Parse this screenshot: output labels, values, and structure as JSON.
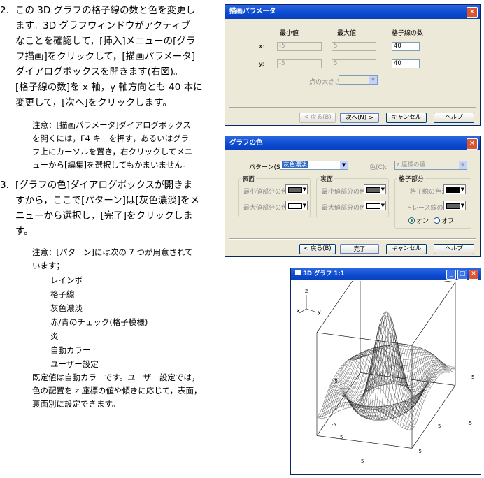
{
  "step2": {
    "num": "2.",
    "lines": [
      "この 3D グラフの格子線の数と色を変更し",
      "ます。3D グラフウィンドウがアクティブ",
      "なことを確認して，[挿入]メニューの[グラ",
      "フ描画]をクリックして，[描画パラメータ]",
      "ダイアログボックスを開きます(右図)。",
      "[格子線の数]を x 軸，y 軸方向とも 40 本に",
      "変更して，[次へ]をクリックします。"
    ]
  },
  "note1": {
    "lines": [
      "注意：[描画パラメータ]ダイアログボックス",
      "を開くには，F4 キーを押す，あるいはグラ",
      "フ上にカーソルを置き，右クリックしてメニ",
      "ューから[編集]を選択してもかまいません。"
    ]
  },
  "step3": {
    "num": "3.",
    "lines": [
      "[グラフの色]ダイアログボックスが開きま",
      "すから，ここで[パターン]は[灰色濃淡]をメ",
      "ニューから選択し，[完了]をクリックしま",
      "す。"
    ]
  },
  "note2": {
    "lines": [
      "注意：[パターン]には次の 7 つが用意されて",
      "います；"
    ],
    "items": [
      "レインボー",
      "格子線",
      "灰色濃淡",
      "赤/青のチェック(格子模様)",
      "炎",
      "自動カラー",
      "ユーザー設定"
    ],
    "tail": [
      "既定値は自動カラーです。ユーザー設定では，",
      "色の配置を z 座標の値や傾きに応じて，表面，",
      "裏面別に設定できます。"
    ]
  },
  "dlg1": {
    "title": "描画パラメータ",
    "col_min": "最小値",
    "col_max": "最大値",
    "col_grid": "格子線の数",
    "row_x": "x:",
    "row_y": "y:",
    "x_min": "-5",
    "x_max": "5",
    "x_grid": "40",
    "y_min": "-5",
    "y_max": "5",
    "y_grid": "40",
    "point_size": "点の大きさ:",
    "btn_back": "< 戻る(B)",
    "btn_next": "次へ(N) >",
    "btn_cancel": "キャンセル",
    "btn_help": "ヘルプ"
  },
  "dlg2": {
    "title": "グラフの色",
    "pattern_label": "パターン(S):",
    "pattern_value": "灰色濃淡",
    "color_label": "色(C):",
    "color_value": "z 座標の値",
    "front": "表面",
    "back": "裏面",
    "grid_part": "格子部分",
    "min_color": "最小値部分の色:",
    "max_color": "最大値部分の色:",
    "grid_color": "格子線の色:",
    "trace_color": "トレース線の色:",
    "on": "オン",
    "off": "オフ",
    "btn_back": "< 戻る(B)",
    "btn_finish": "完了",
    "btn_cancel": "キャンセル",
    "btn_help": "ヘルプ"
  },
  "graph": {
    "title": "3D グラフ 1:1",
    "ticks": [
      "-5",
      "5",
      "-5",
      "5",
      "-5",
      "5",
      "-5",
      "5"
    ],
    "axis_x": "x",
    "axis_y": "y",
    "axis_z": "z"
  }
}
